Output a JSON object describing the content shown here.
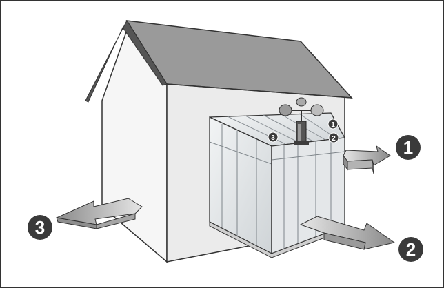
{
  "labels": {
    "big_1": "1",
    "big_2": "2",
    "big_3": "3",
    "small_1": "1",
    "small_2": "2",
    "small_3": "3"
  },
  "colors": {
    "outline": "#333333",
    "roof": "#8a8a8a",
    "roof_dark": "#6f6f6f",
    "wall": "#f4f4f4",
    "wall_shadow": "#e2e2e2",
    "glass": "#dde1e3",
    "arrow_light": "#c8c8c8",
    "arrow_dark": "#7a7a7a",
    "badge": "#3a3a3a"
  },
  "icons": [
    "anemometer-icon",
    "arrow-icon"
  ]
}
